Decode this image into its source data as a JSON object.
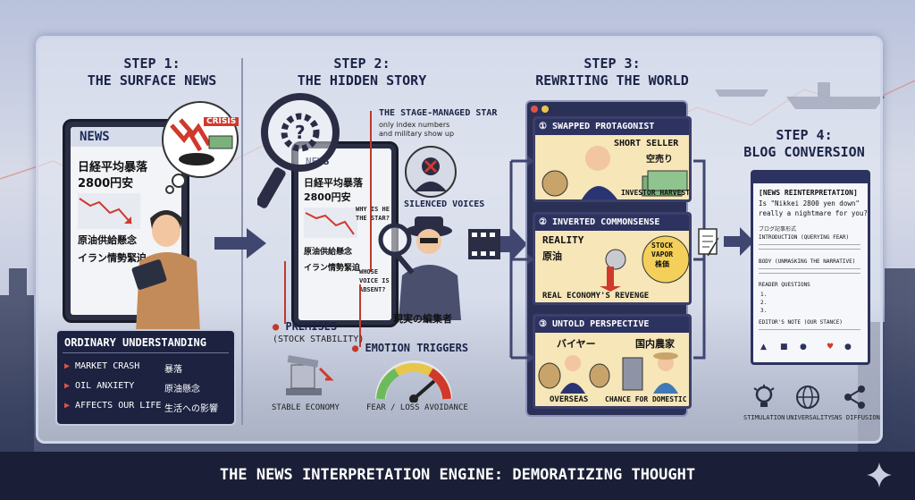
{
  "title": "THE NEWS INTERPRETATION ENGINE: DEMORATIZING THOUGHT",
  "steps": [
    {
      "line1": "STEP 1:",
      "line2": "THE SURFACE NEWS"
    },
    {
      "line1": "STEP 2:",
      "line2": "THE HIDDEN STORY"
    },
    {
      "line1": "STEP 3:",
      "line2": "REWRITING THE WORLD"
    },
    {
      "line1": "STEP 4:",
      "line2": "BLOG CONVERSION"
    }
  ],
  "step1": {
    "news_label": "NEWS",
    "headline1": "日経平均暴落",
    "headline2": "2800円安",
    "line_a": "原油供給懸念",
    "line_b": "イラン情勢緊迫",
    "bubble_badge": "CRISIS",
    "box_title": "ORDINARY UNDERSTANDING",
    "items": [
      {
        "en": "MARKET CRASH",
        "jp": "暴落"
      },
      {
        "en": "OIL ANXIETY",
        "jp": "原油懸念"
      },
      {
        "en": "AFFECTS OUR LIFE",
        "jp": "生活への影響"
      }
    ]
  },
  "step2": {
    "star_title": "THE STAGE-MANAGED STAR",
    "star_sub1": "only index numbers",
    "star_sub2": "and military show up",
    "news_label": "NEWS",
    "headline1": "日経平均暴落",
    "headline2": "2800円安",
    "line_a": "原油供給懸念",
    "line_b": "イラン情勢緊迫",
    "why_star1": "WHY IS HE",
    "why_star2": "THE STAR?",
    "whose_voice1": "WHOSE",
    "whose_voice2": "VOICE IS",
    "whose_voice3": "ABSENT?",
    "silenced": "SILENCED VOICES",
    "editor": "現実の編集者",
    "premises": "PREMISES",
    "premises_sub": "(STOCK STABILITY)",
    "emotion": "EMOTION TRIGGERS",
    "stable": "STABLE ECONOMY",
    "fear": "FEAR / LOSS AVOIDANCE"
  },
  "step3": {
    "cards": [
      {
        "title": "① SWAPPED PROTAGONIST",
        "a": "SHORT SELLER",
        "b": "空売り",
        "c": "INVESTOR HARVEST"
      },
      {
        "title": "② INVERTED COMMONSENSE",
        "a": "REALITY",
        "b": "原油",
        "c": "STOCK",
        "d": "VAPOR",
        "e": "株価",
        "f": "REAL ECONOMY'S REVENGE"
      },
      {
        "title": "③ UNTOLD PERSPECTIVE",
        "a": "バイヤー",
        "b": "国内農家",
        "c": "OVERSEAS",
        "d": "CHANCE FOR DOMESTIC"
      }
    ]
  },
  "step4": {
    "blog_title1": "[NEWS REINTERPRETATION]",
    "blog_title2": "Is \"Nikkei 2800 yen down\"",
    "blog_title3": "really a nightmare for you?",
    "format": "ブログ記事形式",
    "intro": "INTRODUCTION (QUERYING FEAR)",
    "body": "BODY (UNMASKING THE NARRATIVE)",
    "questions": "READER QUESTIONS",
    "q1": "1.",
    "q2": "2.",
    "q3": "3.",
    "note": "EDITOR'S NOTE (OUR STANCE)",
    "icon_labels": [
      "STIMULATION",
      "UNIVERSALITY",
      "SNS DIFFUSION"
    ]
  },
  "colors": {
    "navy": "#1c2240",
    "accent_red": "#c0392b",
    "card_yellow": "#f6e6b8"
  }
}
